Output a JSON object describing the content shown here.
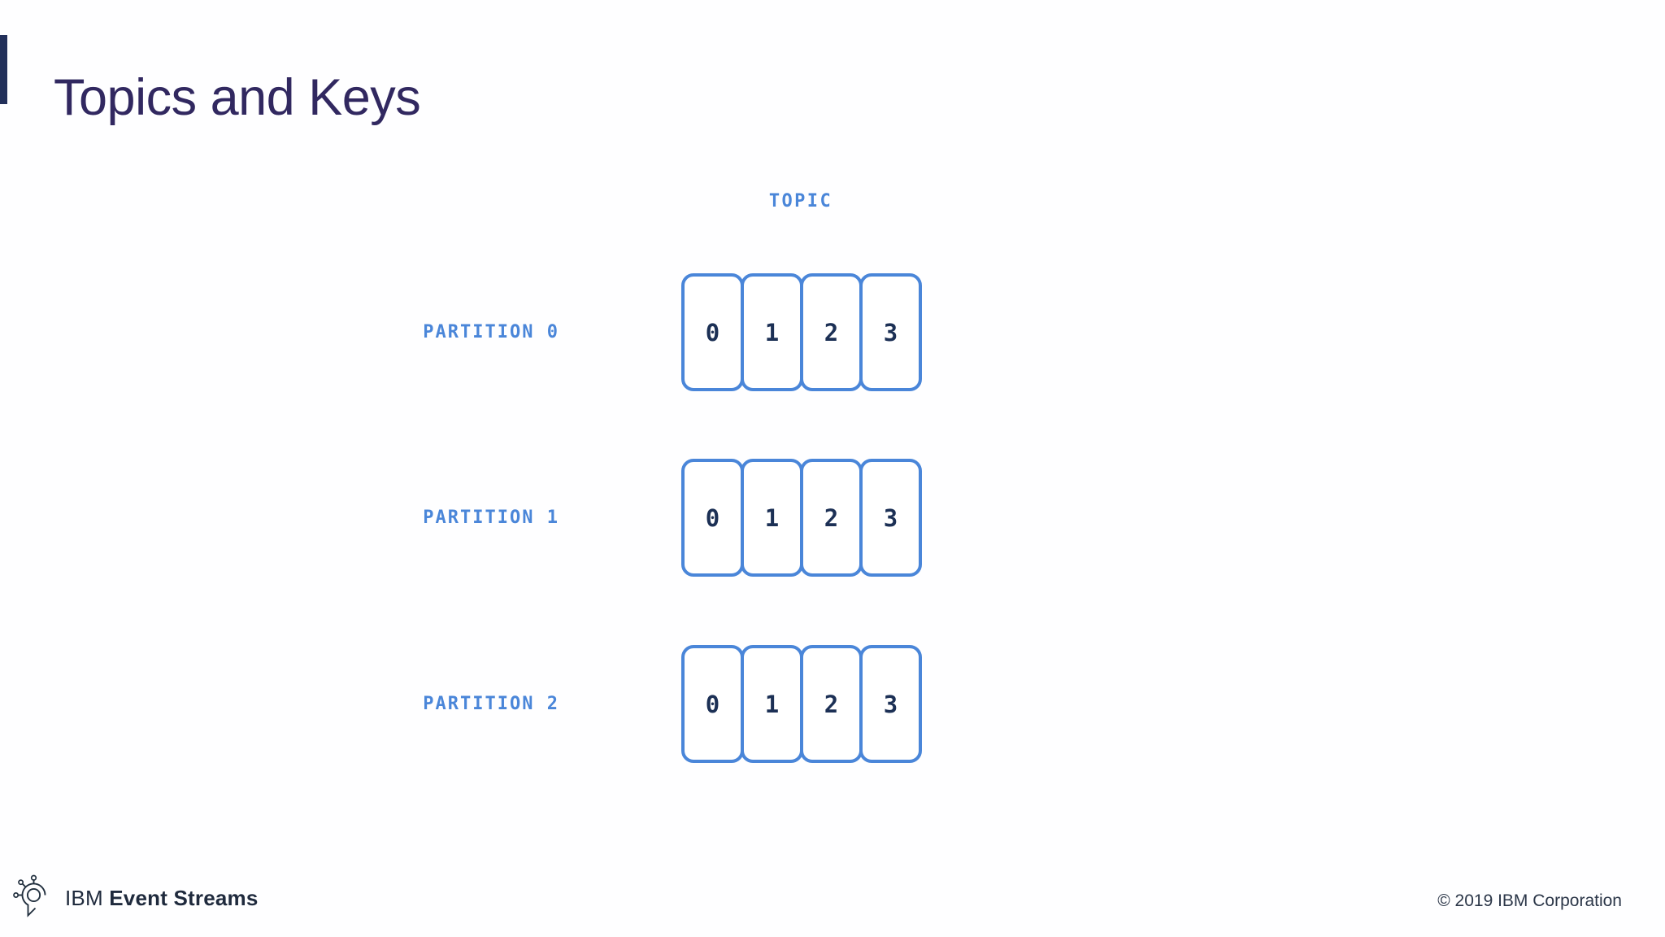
{
  "slide": {
    "title": "Topics and Keys",
    "accent_bar_color": "#22305a",
    "title_color": "#312860",
    "background_color": "#fefeff"
  },
  "diagram": {
    "type": "kafka-topic-partitions",
    "topic_label": "TOPIC",
    "accent_blue": "#4a86d9",
    "cell_text_color": "#1c3055",
    "partitions": [
      {
        "label": "PARTITION 0",
        "cells": [
          "0",
          "1",
          "2",
          "3"
        ]
      },
      {
        "label": "PARTITION 1",
        "cells": [
          "0",
          "1",
          "2",
          "3"
        ]
      },
      {
        "label": "PARTITION 2",
        "cells": [
          "0",
          "1",
          "2",
          "3"
        ]
      }
    ]
  },
  "footer": {
    "brand_ibm": "IBM",
    "brand_product": "Event Streams",
    "brand_icon": "event-streams-logo-icon",
    "copyright": "© 2019 IBM Corporation"
  }
}
